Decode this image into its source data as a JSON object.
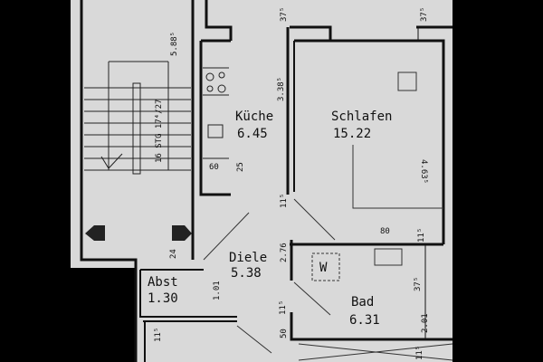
{
  "colors": {
    "paper": "#d9d9d9",
    "ink": "#111111",
    "background": "#000000"
  },
  "rooms": {
    "kueche": {
      "name": "Küche",
      "area": "6.45"
    },
    "schlafen": {
      "name": "Schlafen",
      "area": "15.22"
    },
    "diele": {
      "name": "Diele",
      "area": "5.38"
    },
    "abst": {
      "name": "Abst",
      "area": "1.30"
    },
    "bad": {
      "name": "Bad",
      "area": "6.31"
    },
    "bad_w": "W"
  },
  "stairs": {
    "label": "16 STG 17⁴/27",
    "height": "5.88⁵"
  },
  "dimensions": {
    "d_37a": "37⁵",
    "d_37b": "37⁵",
    "d_338": "3.38⁵",
    "d_463": "4.63⁵",
    "d_60": "60",
    "d_25": "25",
    "d_115a": "11⁵",
    "d_80": "80",
    "d_115b": "11⁵",
    "d_276": "2.76",
    "d_24": "24",
    "d_101": "1.01",
    "d_375": "37⁵",
    "d_201": "2.01",
    "d_115c": "11⁵",
    "d_50": "50",
    "d_115d": "11⁵",
    "d_115e": "11⁵"
  }
}
